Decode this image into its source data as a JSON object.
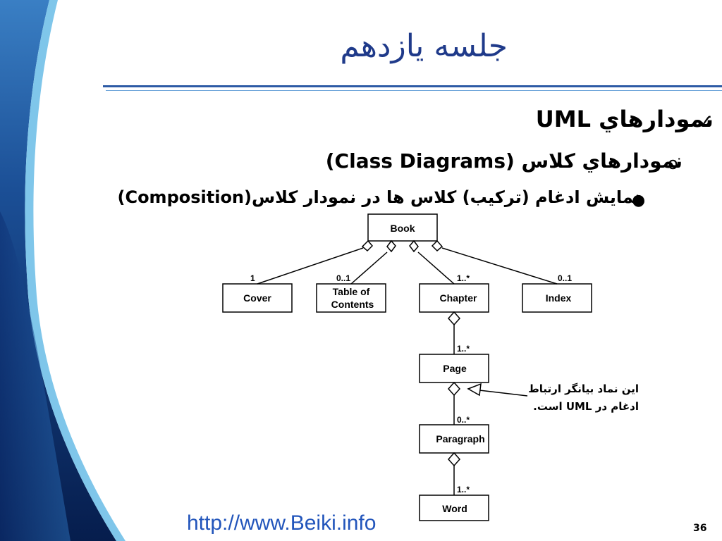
{
  "slide": {
    "title": "جلسه یازدهم",
    "bullet1": "نمودارهاي UML",
    "bullet2": "نمودارهاي كلاس (Class Diagrams)",
    "bullet3": "نمایش ادغام (ترکیب) کلاس ها در نمودار كلاس(Composition)",
    "footer_url": "http://www.Beiki.info",
    "page_number": "36",
    "check_glyph": "✓",
    "sub_glyph": "o",
    "dot_glyph": "●"
  },
  "diagram": {
    "classes": {
      "book": "Book",
      "cover": "Cover",
      "toc_line1": "Table of",
      "toc_line2": "Contents",
      "chapter": "Chapter",
      "index": "Index",
      "page": "Page",
      "paragraph": "Paragraph",
      "word": "Word"
    },
    "multiplicities": {
      "cover": "1",
      "toc": "0..1",
      "chapter": "1..*",
      "index": "0..1",
      "page": "1..*",
      "paragraph": "0..*",
      "word": "1..*"
    },
    "note_line1": "این نماد بیانگر ارتباط",
    "note_line2": "ادغام در UML است."
  },
  "colors": {
    "title": "#1f3a8a",
    "rule": "#2d5aa5",
    "sidebar_dark": "#0b2a66",
    "sidebar_light": "#6fb8e2",
    "link": "#2255bb"
  }
}
